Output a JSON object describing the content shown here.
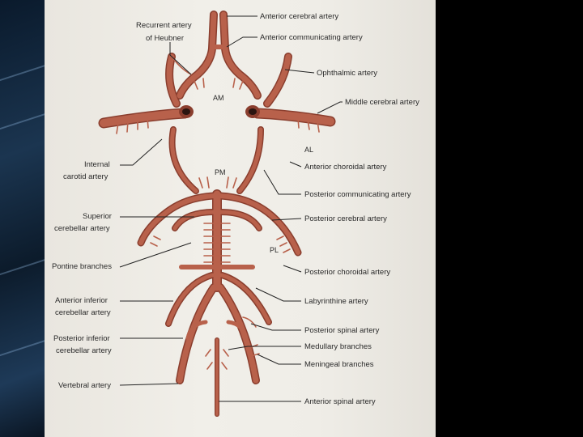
{
  "labels": {
    "recurrent_artery": [
      "Recurrent artery",
      "of Heubner"
    ],
    "anterior_cerebral": "Anterior cerebral artery",
    "anterior_communicating": "Anterior communicating artery",
    "ophthalmic": "Ophthalmic artery",
    "middle_cerebral": "Middle cerebral artery",
    "internal_carotid": [
      "Internal",
      "carotid artery"
    ],
    "anterior_choroidal": "Anterior choroidal artery",
    "posterior_communicating": "Posterior communicating artery",
    "superior_cerebellar": [
      "Superior",
      "cerebellar artery"
    ],
    "posterior_cerebral": "Posterior cerebral artery",
    "pontine": "Pontine branches",
    "posterior_choroidal": "Posterior choroidal artery",
    "aica": [
      "Anterior inferior",
      "cerebellar artery"
    ],
    "labyrinthine": "Labyrinthine artery",
    "pica": [
      "Posterior inferior",
      "cerebellar artery"
    ],
    "posterior_spinal": "Posterior spinal artery",
    "medullary": "Medullary branches",
    "meningeal": "Meningeal branches",
    "vertebral": "Vertebral artery",
    "anterior_spinal": "Anterior spinal artery"
  },
  "regions": {
    "am": "AM",
    "al": "AL",
    "pm": "PM",
    "pl": "PL"
  },
  "colors": {
    "artery": "#b8614b",
    "artery_edge": "#8a3e2e",
    "paper": "#efede7",
    "text": "#2a2a2a"
  }
}
